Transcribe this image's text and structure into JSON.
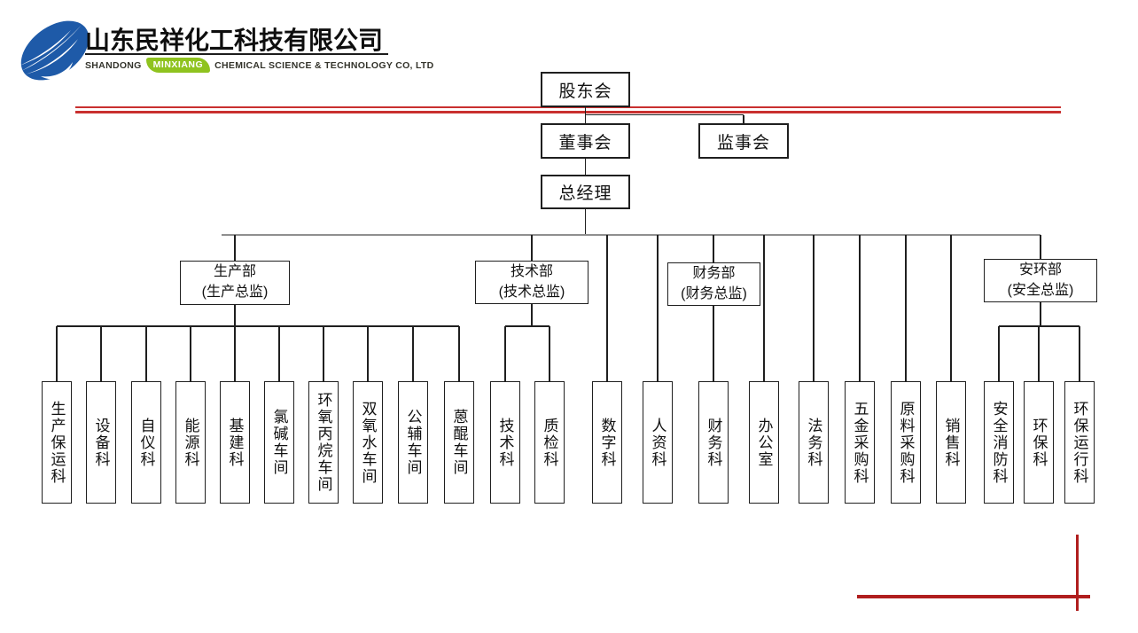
{
  "page": {
    "title_cn": "山东民祥化工科技有限公司",
    "subtitle_parts": {
      "left": "SHANDONG",
      "highlight": "MINXIANG",
      "right": "CHEMICAL SCIENCE & TECHNOLOGY CO, LTD"
    }
  },
  "logo": {
    "blue": "#1e5aa8",
    "green": "#8fc31f"
  },
  "colors": {
    "accent_red": "#c9302f",
    "deep_red": "#b01e1e",
    "line_black": "#1f1f1f",
    "trunk_gray": "#8f8f8f"
  },
  "org_chart": {
    "type": "org-tree",
    "top_nodes": [
      {
        "label": "股东会"
      },
      {
        "label": "董事会"
      },
      {
        "label": "监事会"
      },
      {
        "label": "总经理"
      }
    ],
    "departments": [
      {
        "label": "生产部",
        "sub": "(生产总监)"
      },
      {
        "label": "技术部",
        "sub": "(技术总监)"
      },
      {
        "label": "财务部",
        "sub": "(财务总监)"
      },
      {
        "label": "安环部",
        "sub": "(安全总监)"
      }
    ],
    "units": [
      {
        "label": "生产保运科",
        "parent": "生产部"
      },
      {
        "label": "设备科",
        "parent": "生产部"
      },
      {
        "label": "自仪科",
        "parent": "生产部"
      },
      {
        "label": "能源科",
        "parent": "生产部"
      },
      {
        "label": "基建科",
        "parent": "生产部"
      },
      {
        "label": "氯碱车间",
        "parent": "生产部"
      },
      {
        "label": "环氧丙烷车间",
        "parent": "生产部"
      },
      {
        "label": "双氧水车间",
        "parent": "生产部"
      },
      {
        "label": "公辅车间",
        "parent": "生产部"
      },
      {
        "label": "蒽醌车间",
        "parent": "生产部"
      },
      {
        "label": "技术科",
        "parent": "技术部"
      },
      {
        "label": "质检科",
        "parent": "技术部"
      },
      {
        "label": "数字科",
        "parent": "总经理"
      },
      {
        "label": "人资科",
        "parent": "总经理"
      },
      {
        "label": "财务科",
        "parent": "财务部"
      },
      {
        "label": "办公室",
        "parent": "总经理"
      },
      {
        "label": "法务科",
        "parent": "总经理"
      },
      {
        "label": "五金采购科",
        "parent": "总经理"
      },
      {
        "label": "原料采购科",
        "parent": "总经理"
      },
      {
        "label": "销售科",
        "parent": "总经理"
      },
      {
        "label": "安全消防科",
        "parent": "安环部"
      },
      {
        "label": "环保科",
        "parent": "安环部"
      },
      {
        "label": "环保运行科",
        "parent": "安环部"
      }
    ]
  }
}
